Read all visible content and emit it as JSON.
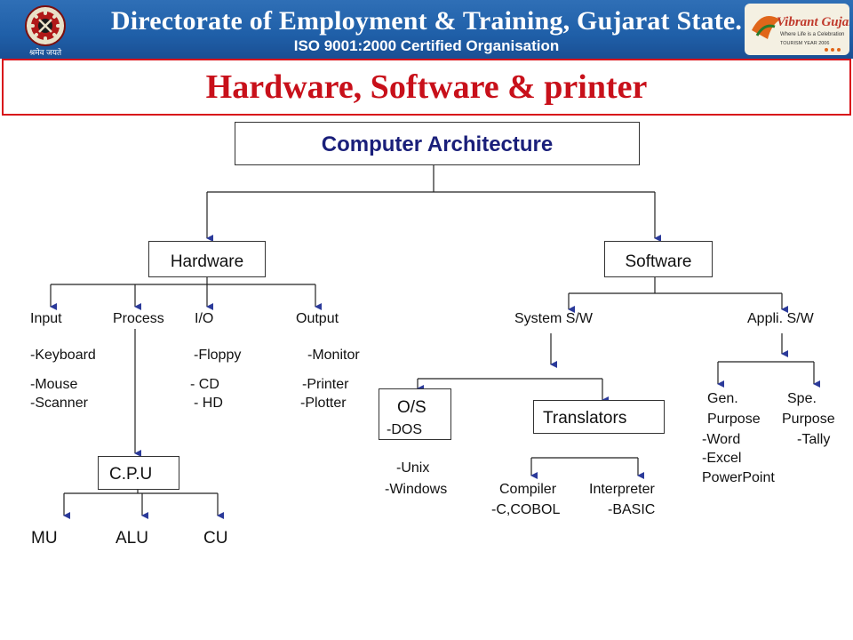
{
  "header": {
    "title": "Directorate of Employment & Training, Gujarat State.",
    "subtitle": "ISO 9001:2000 Certified Organisation",
    "logo_left_caption": "श्रमेव जयते",
    "logo_right_brand": "Vibrant Gujarat",
    "logo_right_tagline": "Where Life is a Celebration",
    "logo_right_year": "TOURISM YEAR 2006"
  },
  "slide": {
    "title": "Hardware, Software & printer"
  },
  "diagram": {
    "root": "Computer Architecture",
    "hardware": {
      "label": "Hardware",
      "categories": [
        "Input",
        "Process",
        "I/O",
        "Output"
      ],
      "input_items": [
        "-Keyboard",
        "-Mouse",
        "-Scanner"
      ],
      "io_items": [
        "-Floppy",
        "- CD",
        "- HD"
      ],
      "output_items": [
        "-Monitor",
        "-Printer",
        "-Plotter"
      ],
      "cpu": "C.P.U",
      "cpu_parts": [
        "MU",
        "ALU",
        "CU"
      ]
    },
    "software": {
      "label": "Software",
      "system_sw": "System S/W",
      "appli_sw": "Appli. S/W",
      "os": "O/S",
      "os_items": [
        "-DOS",
        "-Unix",
        "-Windows"
      ],
      "translators": "Translators",
      "compiler": "Compiler",
      "compiler_items": "-C,COBOL",
      "interpreter": "Interpreter",
      "interpreter_items": "-BASIC",
      "gen_purpose": [
        "Gen.",
        "Purpose"
      ],
      "spe_purpose": [
        "Spe.",
        "Purpose"
      ],
      "gen_items": [
        "-Word",
        "-Excel",
        "PowerPoint"
      ],
      "spe_items": [
        "-Tally"
      ]
    }
  }
}
